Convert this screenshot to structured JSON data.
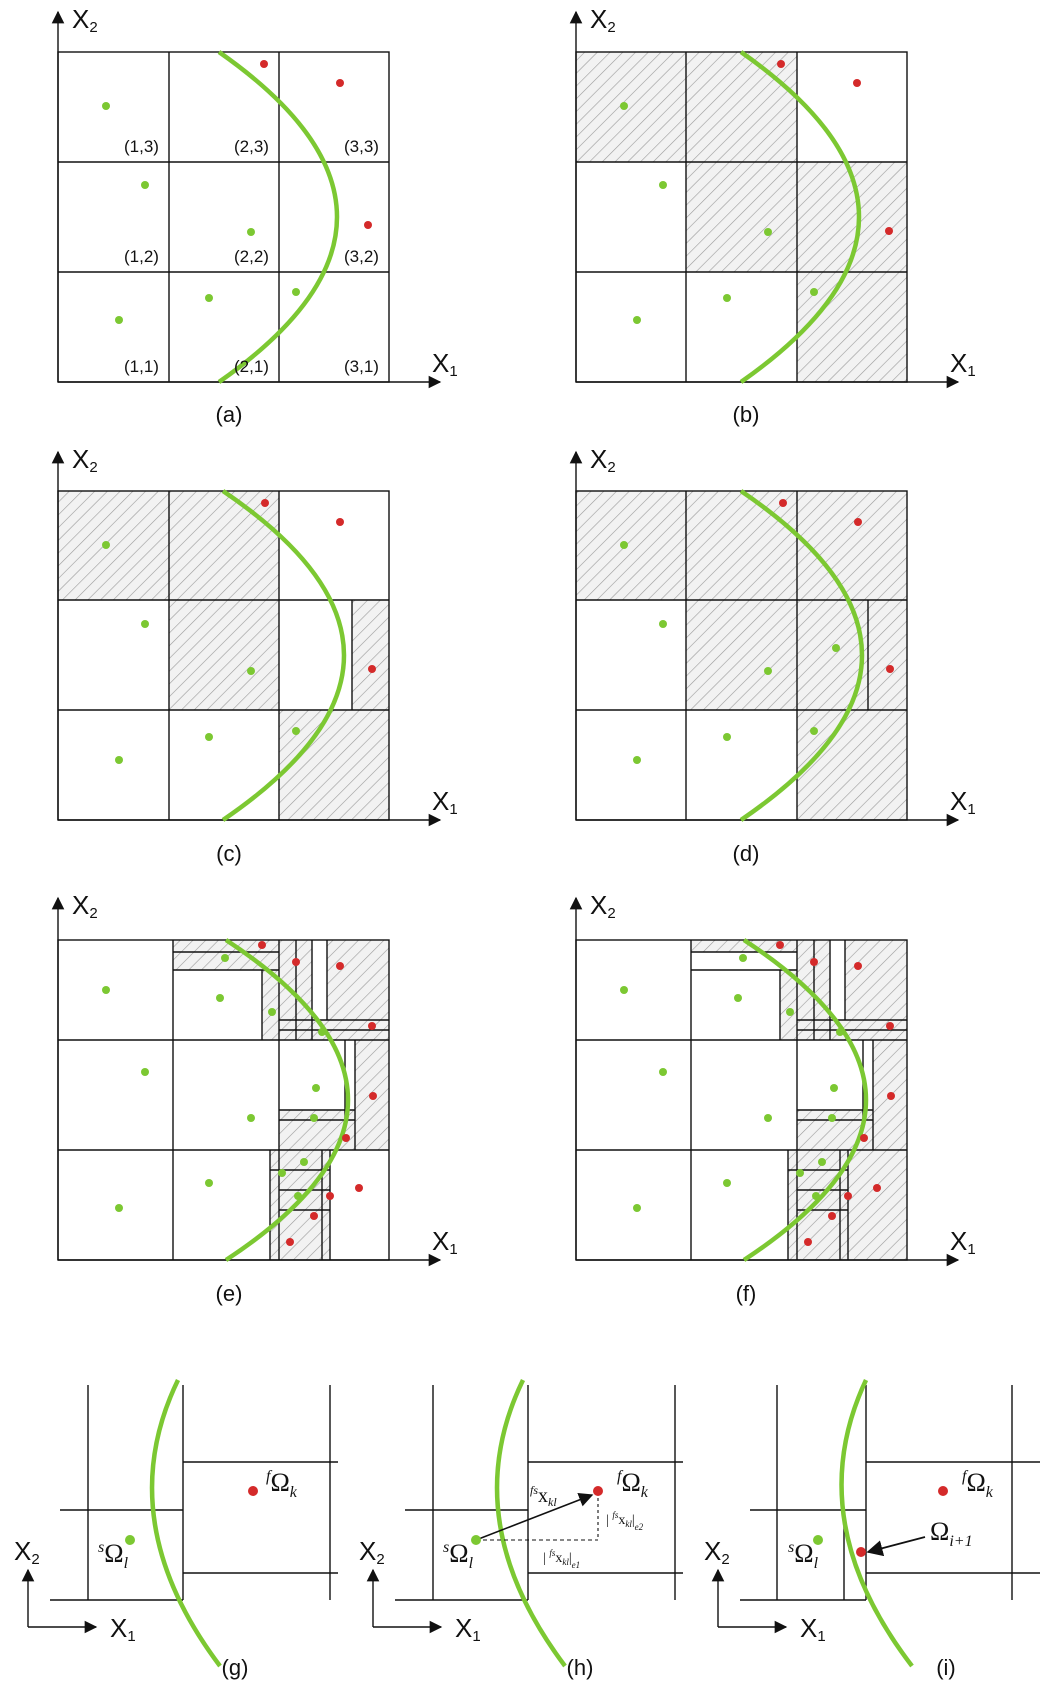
{
  "colors": {
    "curve": "#7cc832",
    "fluid_point": "#d42a2a",
    "solid_point": "#7cc832",
    "line": "#111111",
    "hatch": "#d9d9d9"
  },
  "axes": {
    "x_label": "X",
    "x_sub": "1",
    "y_label": "X",
    "y_sub": "2"
  },
  "panels": [
    {
      "caption": "(a)"
    },
    {
      "caption": "(b)"
    },
    {
      "caption": "(c)"
    },
    {
      "caption": "(d)"
    },
    {
      "caption": "(e)"
    },
    {
      "caption": "(f)"
    },
    {
      "caption": "(g)"
    },
    {
      "caption": "(h)"
    },
    {
      "caption": "(i)"
    }
  ],
  "cell_labels": [
    "(1,3)",
    "(2,3)",
    "(3,3)",
    "(1,2)",
    "(2,2)",
    "(3,2)",
    "(1,1)",
    "(2,1)",
    "(3,1)"
  ],
  "math": {
    "s_omega_pre": "s",
    "s_omega_main": "Ω",
    "s_omega_sub": "l",
    "f_omega_pre": "f",
    "f_omega_main": "Ω",
    "f_omega_sub": "k",
    "omega_next_main": "Ω",
    "omega_next_sub": "i+1",
    "fs_pre": "fs",
    "fs_main": "x",
    "fs_sub": "kl",
    "e1": "e1",
    "e2": "e2"
  }
}
